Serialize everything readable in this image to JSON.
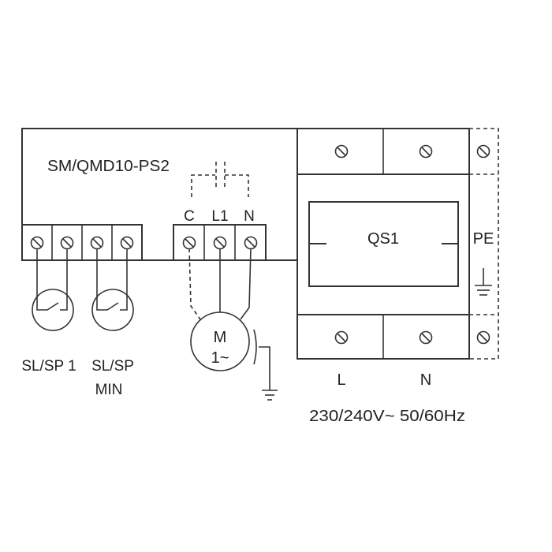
{
  "controller": {
    "model": "SM/QMD10-PS2",
    "terminal_labels": [
      "C",
      "L1",
      "N"
    ]
  },
  "sensors": [
    {
      "label_line1": "SL/SP 1",
      "label_line2": ""
    },
    {
      "label_line1": "SL/SP",
      "label_line2": "MIN"
    }
  ],
  "motor": {
    "line1": "M",
    "line2": "1~"
  },
  "switch": {
    "label": "QS1",
    "pe_label": "PE",
    "bottom_labels": [
      "L",
      "N"
    ]
  },
  "supply": "230/240V~ 50/60Hz"
}
